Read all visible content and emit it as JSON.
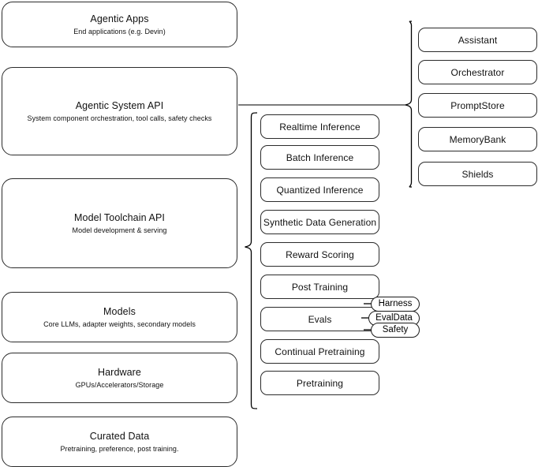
{
  "diagram": {
    "title": "AI Stack Layers Architecture Diagram",
    "stroke_color": "#2b2b2b",
    "background_color": "#ffffff"
  },
  "layers": [
    {
      "name": "agentic-apps",
      "title": "Agentic Apps",
      "subtitle": "End applications (e.g. Devin)"
    },
    {
      "name": "agentic-system-api",
      "title": "Agentic System API",
      "subtitle": "System component orchestration, tool calls, safety checks"
    },
    {
      "name": "model-toolchain-api",
      "title": "Model Toolchain API",
      "subtitle": "Model development & serving"
    },
    {
      "name": "models",
      "title": "Models",
      "subtitle": "Core LLMs, adapter weights, secondary models"
    },
    {
      "name": "hardware",
      "title": "Hardware",
      "subtitle": "GPUs/Accelerators/Storage"
    },
    {
      "name": "curated-data",
      "title": "Curated Data",
      "subtitle": "Pretraining, preference, post training."
    }
  ],
  "toolchain_components": [
    {
      "name": "realtime-inference",
      "label": "Realtime Inference"
    },
    {
      "name": "batch-inference",
      "label": "Batch Inference"
    },
    {
      "name": "quantized-inference",
      "label": "Quantized Inference"
    },
    {
      "name": "synthetic-data-generation",
      "label": "Synthetic Data Generation"
    },
    {
      "name": "reward-scoring",
      "label": "Reward Scoring"
    },
    {
      "name": "post-training",
      "label": "Post Training"
    },
    {
      "name": "evals",
      "label": "Evals"
    },
    {
      "name": "continual-pretraining",
      "label": "Continual Pretraining"
    },
    {
      "name": "pretraining",
      "label": "Pretraining"
    }
  ],
  "evals_subcomponents": [
    {
      "name": "harness",
      "label": "Harness"
    },
    {
      "name": "evaldata",
      "label": "EvalData"
    },
    {
      "name": "safety",
      "label": "Safety"
    }
  ],
  "agentic_system_components": [
    {
      "name": "assistant",
      "label": "Assistant"
    },
    {
      "name": "orchestrator",
      "label": "Orchestrator"
    },
    {
      "name": "promptstore",
      "label": "PromptStore"
    },
    {
      "name": "memorybank",
      "label": "MemoryBank"
    },
    {
      "name": "shields",
      "label": "Shields"
    }
  ]
}
